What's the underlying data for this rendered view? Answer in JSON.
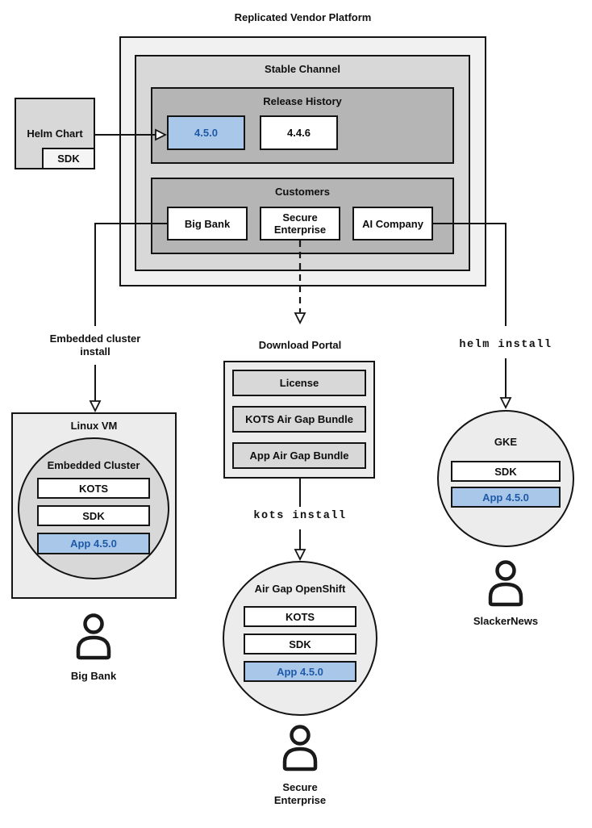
{
  "colors": {
    "highlight_fill": "#a9c7e9",
    "highlight_border": "#2d5c8a",
    "highlight_text": "#1e5aa8",
    "gray_light": "#f1f1f1",
    "gray_mid": "#d8d8d8",
    "gray_dark": "#b5b5b5",
    "line": "#141414"
  },
  "diagram": {
    "title": "Replicated Vendor Platform",
    "platform": {
      "stable_channel_label": "Stable Channel",
      "release_history_label": "Release History",
      "releases": {
        "current": "4.5.0",
        "previous": "4.4.6"
      },
      "customers_label": "Customers",
      "customers": {
        "big_bank": "Big Bank",
        "secure_enterprise": "Secure\nEnterprise",
        "ai_company": "AI Company"
      }
    },
    "helm_chart": {
      "label": "Helm Chart",
      "sdk_label": "SDK"
    },
    "flows": {
      "embedded_install_label": "Embedded cluster\ninstall",
      "kots_install_label": "kots install",
      "helm_install_label": "helm install"
    },
    "download_portal": {
      "title": "Download Portal",
      "items": {
        "license": "License",
        "kots_bundle": "KOTS Air Gap Bundle",
        "app_bundle": "App Air Gap Bundle"
      }
    },
    "linux_vm": {
      "label": "Linux VM",
      "cluster_label": "Embedded Cluster",
      "components": {
        "kots": "KOTS",
        "sdk": "SDK",
        "app": "App 4.5.0"
      },
      "user": "Big Bank"
    },
    "airgap_openshift": {
      "label": "Air Gap OpenShift",
      "components": {
        "kots": "KOTS",
        "sdk": "SDK",
        "app": "App 4.5.0"
      },
      "user": "Secure\nEnterprise"
    },
    "gke": {
      "label": "GKE",
      "components": {
        "sdk": "SDK",
        "app": "App 4.5.0"
      },
      "user": "SlackerNews"
    }
  }
}
